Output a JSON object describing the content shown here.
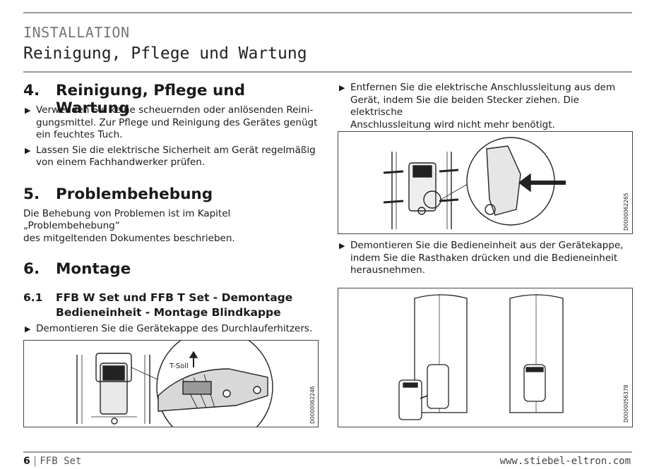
{
  "header": {
    "section": "INSTALLATION",
    "subtitle": "Reinigung, Pflege und Wartung"
  },
  "left": {
    "s4": {
      "num": "4.",
      "title": "Reinigung, Pflege und Wartung",
      "bullets": [
        "Verwenden Sie keine scheuernden oder anlösenden Reinigungsmittel. Zur Pflege und Reinigung des Gerätes genügt ein feuchtes Tuch.",
        "Lassen Sie die elektrische Sicherheit am Gerät regelmäßig von einem Fachhandwerker prüfen."
      ],
      "bullet1_line1": "Verwenden Sie keine scheuernden oder anlösenden Reini-",
      "bullet1_line2": "gungsmittel. Zur Pflege und Reinigung des Gerätes genügt",
      "bullet1_line3": "ein feuchtes Tuch.",
      "bullet2_line1": "Lassen Sie die elektrische Sicherheit am Gerät regelmäßig",
      "bullet2_line2": "von einem Fachhandwerker prüfen."
    },
    "s5": {
      "num": "5.",
      "title": "Problembehebung",
      "line1": "Die Behebung von Problemen ist im Kapitel „Problembehebung“",
      "line2": "des mitgeltenden Dokumentes beschrieben."
    },
    "s6": {
      "num": "6.",
      "title": "Montage",
      "sub_num": "6.1",
      "sub_line1": "FFB W Set und FFB T Set - Demontage",
      "sub_line2": "Bedieneinheit - Montage Blindkappe",
      "bullet": "Demontieren Sie die Gerätekappe des Durchlauferhitzers."
    },
    "figure": {
      "label": "T-Soll",
      "doc_id": "D0000062246"
    }
  },
  "right": {
    "bullet1_line1": "Entfernen Sie die elektrische Anschlussleitung aus dem",
    "bullet1_line2": "Gerät, indem Sie die beiden Stecker ziehen. Die elektrische",
    "bullet1_line3": "Anschlussleitung wird nicht mehr benötigt.",
    "figure1_doc_id": "D0000062265",
    "bullet2_line1": "Demontieren Sie die Bedieneinheit aus der Gerätekappe,",
    "bullet2_line2": "indem Sie die Rasthaken drücken und die Bedieneinheit",
    "bullet2_line3": "herausnehmen.",
    "figure2_doc_id": "D0000056378"
  },
  "footer": {
    "page": "6",
    "product": "FFB Set",
    "url": "www.stiebel-eltron.com"
  }
}
